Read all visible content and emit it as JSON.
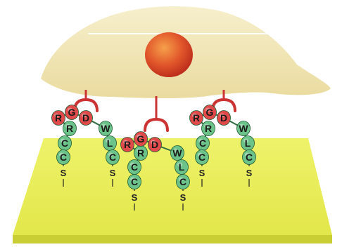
{
  "scene": {
    "colors": {
      "cell": "#f1e7b8",
      "cell_shadow": "#e2d39c",
      "nucleus": "#e0552a",
      "substrate_top": "#e9ee55",
      "substrate_front": "#d3d83c",
      "receptor": "#cc3333",
      "rgd_bead": "#e04a4a",
      "linker_bead": "#6cc38a",
      "anchor_line": "#222222"
    },
    "peptides": [
      {
        "rgd": [
          "R",
          "G",
          "D"
        ],
        "left_arm": [
          "R",
          "C",
          "C"
        ],
        "right_arm": [
          "W",
          "L",
          "C"
        ],
        "left_anchor": "S",
        "right_anchor": "S"
      },
      {
        "rgd": [
          "R",
          "G",
          "D"
        ],
        "left_arm": [
          "R",
          "C",
          "C"
        ],
        "right_arm": [
          "W",
          "L",
          "C"
        ],
        "left_anchor": "S",
        "right_anchor": "S"
      },
      {
        "rgd": [
          "R",
          "G",
          "D"
        ],
        "left_arm": [
          "R",
          "C",
          "C"
        ],
        "right_arm": [
          "W",
          "L",
          "C"
        ],
        "left_anchor": "S",
        "right_anchor": "S"
      }
    ]
  }
}
